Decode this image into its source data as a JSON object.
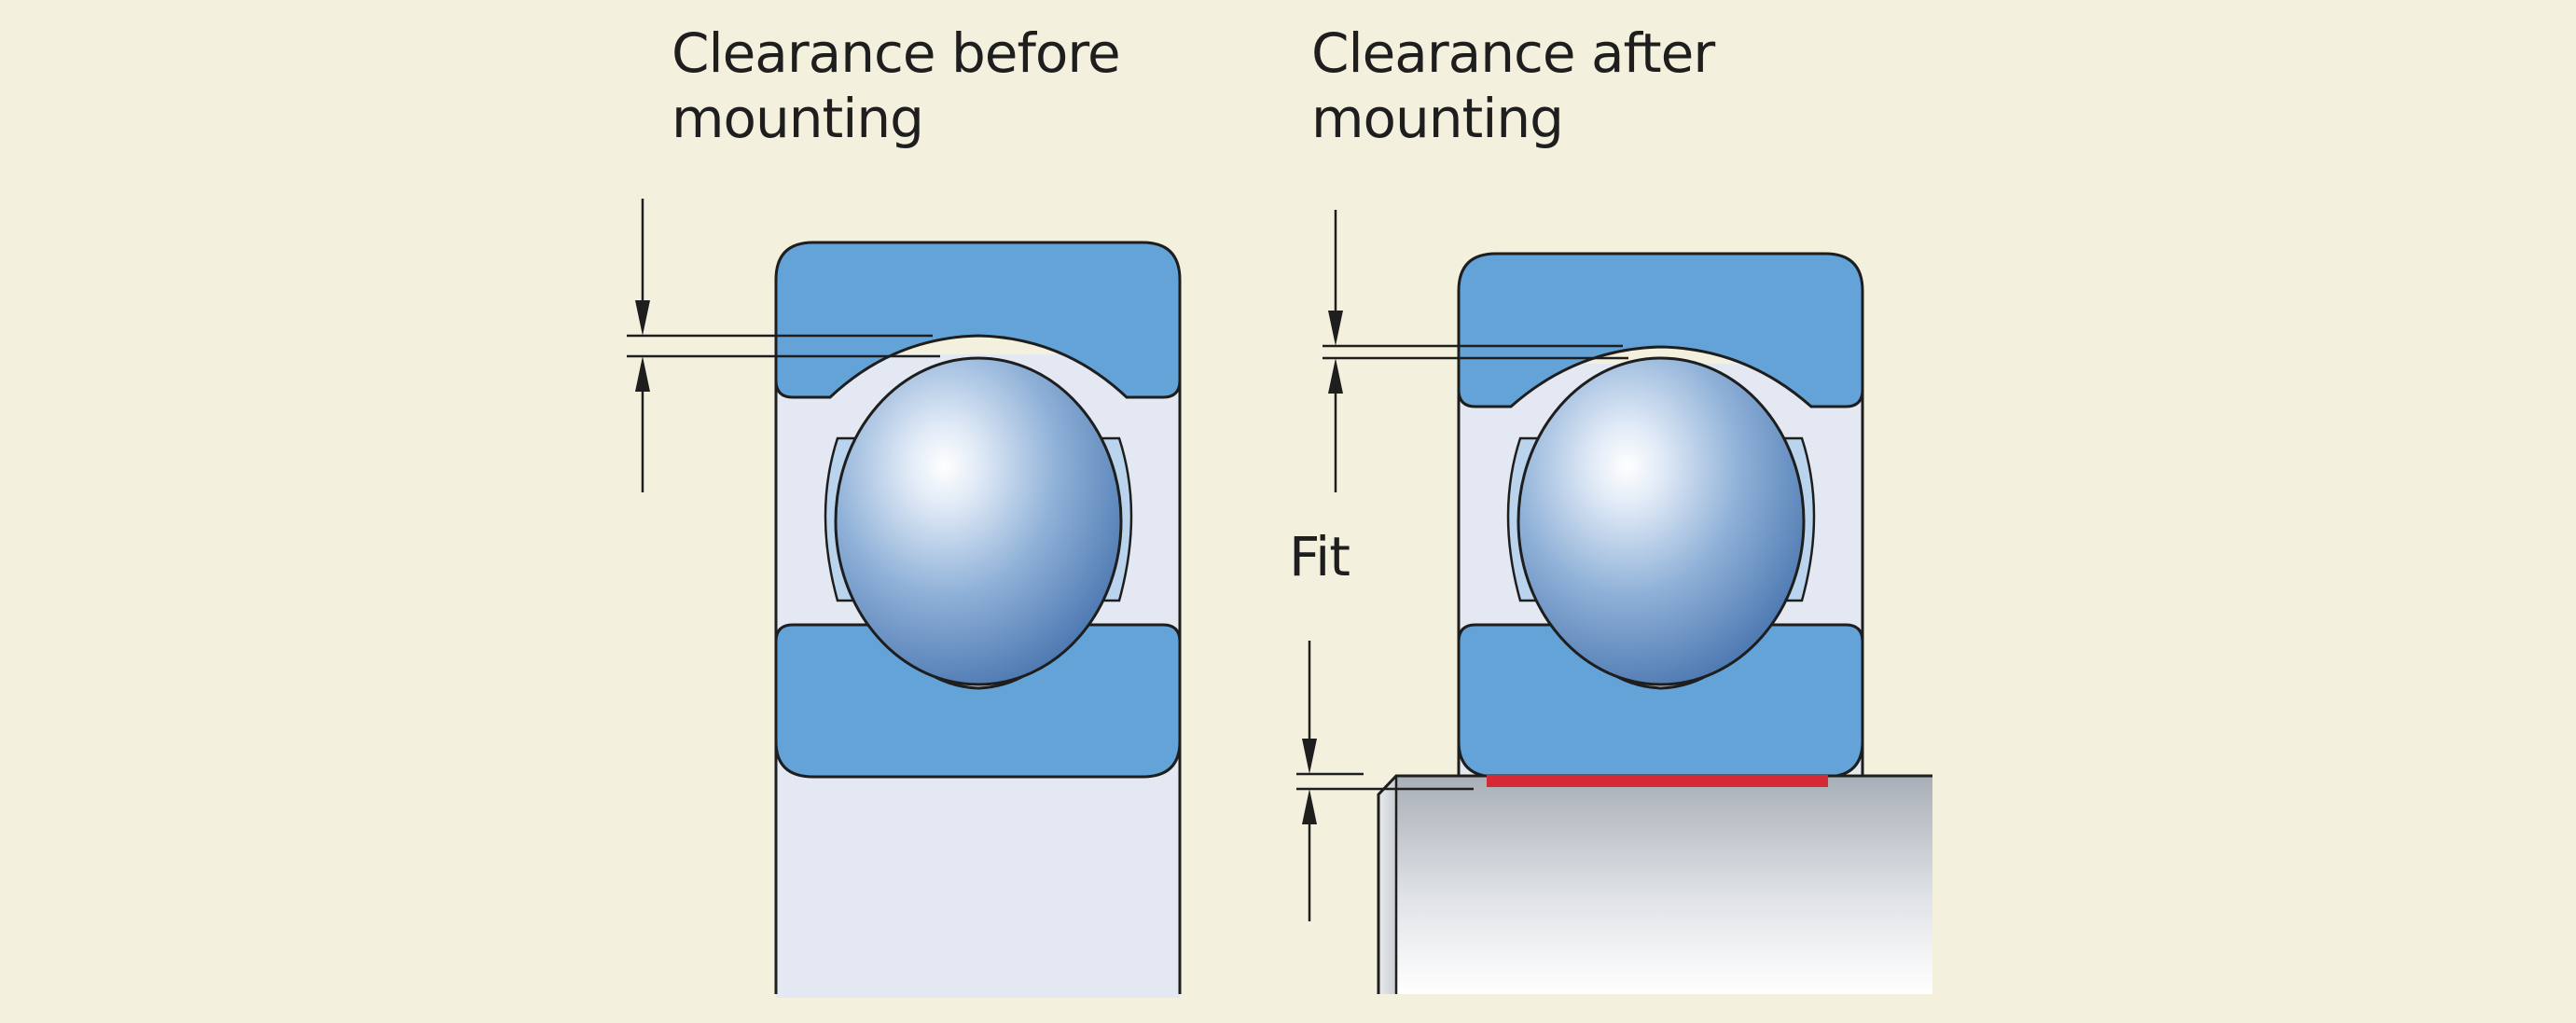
{
  "labels": {
    "before_line1": "Clearance before",
    "before_line2": "mounting",
    "after_line1": "Clearance after",
    "after_line2": "mounting",
    "fit": "Fit"
  },
  "colors": {
    "background": "#f3f0dd",
    "ring": "#64a3d8",
    "bore_area": "#e4e8f2",
    "cage": "#b9d4ec",
    "fit_highlight": "#d42a35",
    "outline": "#1e1e1e"
  }
}
